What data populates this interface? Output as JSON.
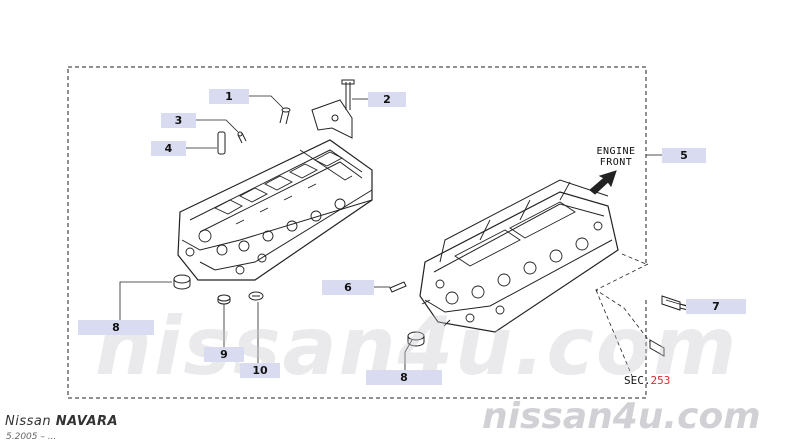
{
  "diagram": {
    "callouts": [
      {
        "id": "c1",
        "label": "1"
      },
      {
        "id": "c2",
        "label": "2"
      },
      {
        "id": "c3",
        "label": "3"
      },
      {
        "id": "c4",
        "label": "4"
      },
      {
        "id": "c5",
        "label": "5"
      },
      {
        "id": "c6",
        "label": "6"
      },
      {
        "id": "c7",
        "label": "7"
      },
      {
        "id": "c8a",
        "label": "8"
      },
      {
        "id": "c8b",
        "label": "8"
      },
      {
        "id": "c9",
        "label": "9"
      },
      {
        "id": "c10",
        "label": "10"
      }
    ],
    "engine_front": {
      "line1": "ENGINE",
      "line2": "FRONT"
    },
    "section_ref": {
      "prefix": "SEC.",
      "number": "253"
    }
  },
  "footer": {
    "brand": "Nissan",
    "model": "NAVARA",
    "date": "5.2005 – ..."
  },
  "watermark": {
    "text": "nissan4u.com"
  },
  "colors": {
    "callout_bg": "#d9dcf0",
    "line": "#222222",
    "section_highlight": "#d23030"
  }
}
